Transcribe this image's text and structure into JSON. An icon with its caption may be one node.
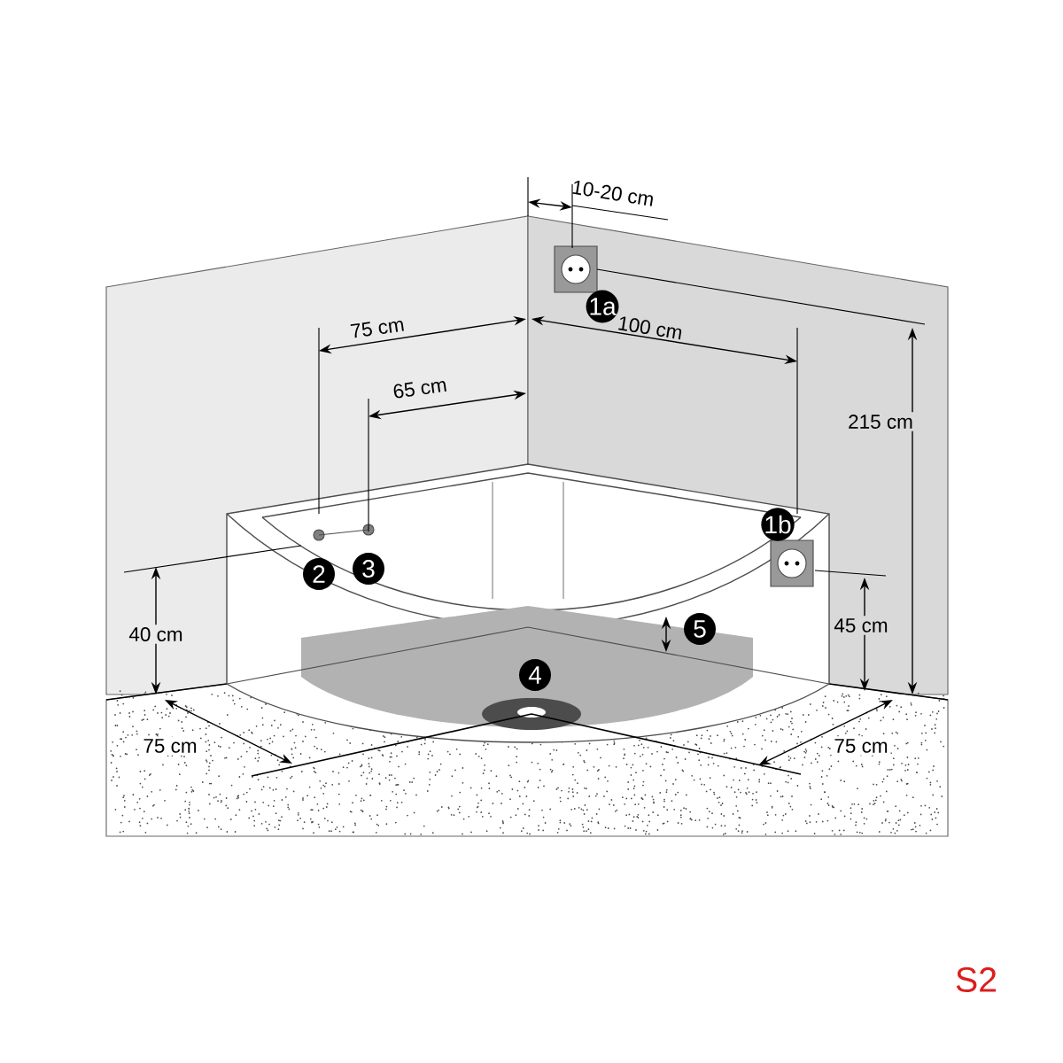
{
  "diagram": {
    "labels": [
      "10-20 cm",
      "1a",
      "75 cm",
      "100 cm",
      "215 cm",
      "65 cm",
      "1b",
      "3",
      "2",
      "45 cm",
      "40 cm",
      "5",
      "4",
      "75 cm",
      "75 cm",
      "S2"
    ]
  }
}
